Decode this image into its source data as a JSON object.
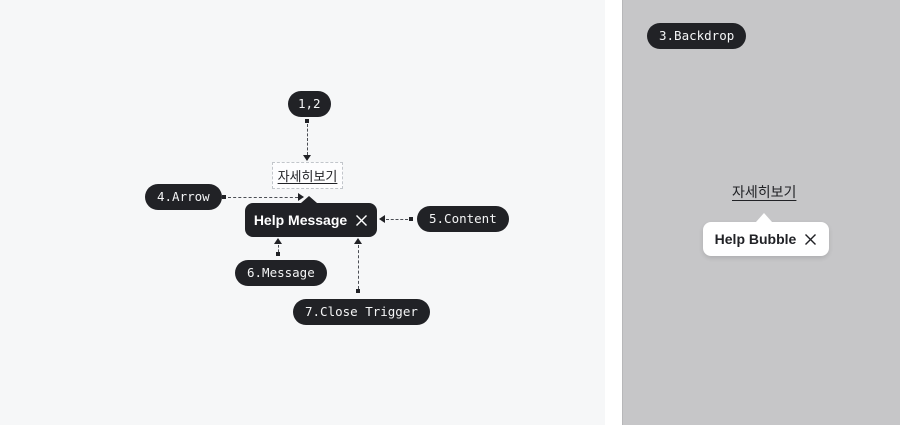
{
  "colors": {
    "dark": "#212226",
    "left_panel_bg": "#f6f7f8",
    "right_panel_bg": "#c6c6c8",
    "bubble_bg": "#ffffff",
    "dashed_line": "#4b4e54"
  },
  "left_panel": {
    "annotations": {
      "pair": "1,2",
      "arrow": "4.Arrow",
      "content": "5.Content",
      "message": "6.Message",
      "close_trigger": "7.Close Trigger"
    },
    "trigger_label": "자세히보기",
    "help_message": "Help Message",
    "close_icon": "close-x"
  },
  "right_panel": {
    "annotations": {
      "backdrop": "3.Backdrop"
    },
    "trigger_label": "자세히보기",
    "help_bubble": "Help Bubble",
    "close_icon": "close-x"
  }
}
